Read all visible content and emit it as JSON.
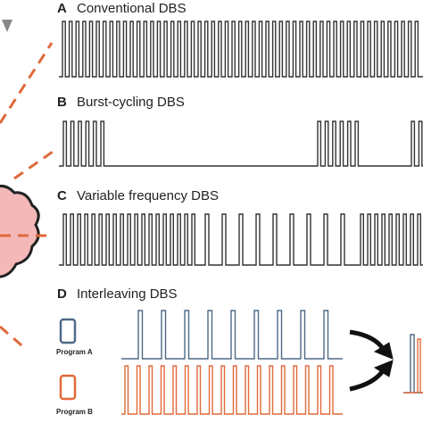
{
  "panels": [
    {
      "letter": "A",
      "title": "Conventional DBS"
    },
    {
      "letter": "B",
      "title": "Burst-cycling DBS"
    },
    {
      "letter": "C",
      "title": "Variable frequency DBS"
    },
    {
      "letter": "D",
      "title": "Interleaving DBS"
    }
  ],
  "programs": [
    {
      "label": "Program A",
      "color": "#4e6a86"
    },
    {
      "label": "Program B",
      "color": "#e0693a"
    }
  ],
  "colors": {
    "waveform": "#333333",
    "brain_fill": "#f5b8b8",
    "brain_stroke": "#222222",
    "dash": "#e0693a",
    "arrow": "#111111"
  }
}
